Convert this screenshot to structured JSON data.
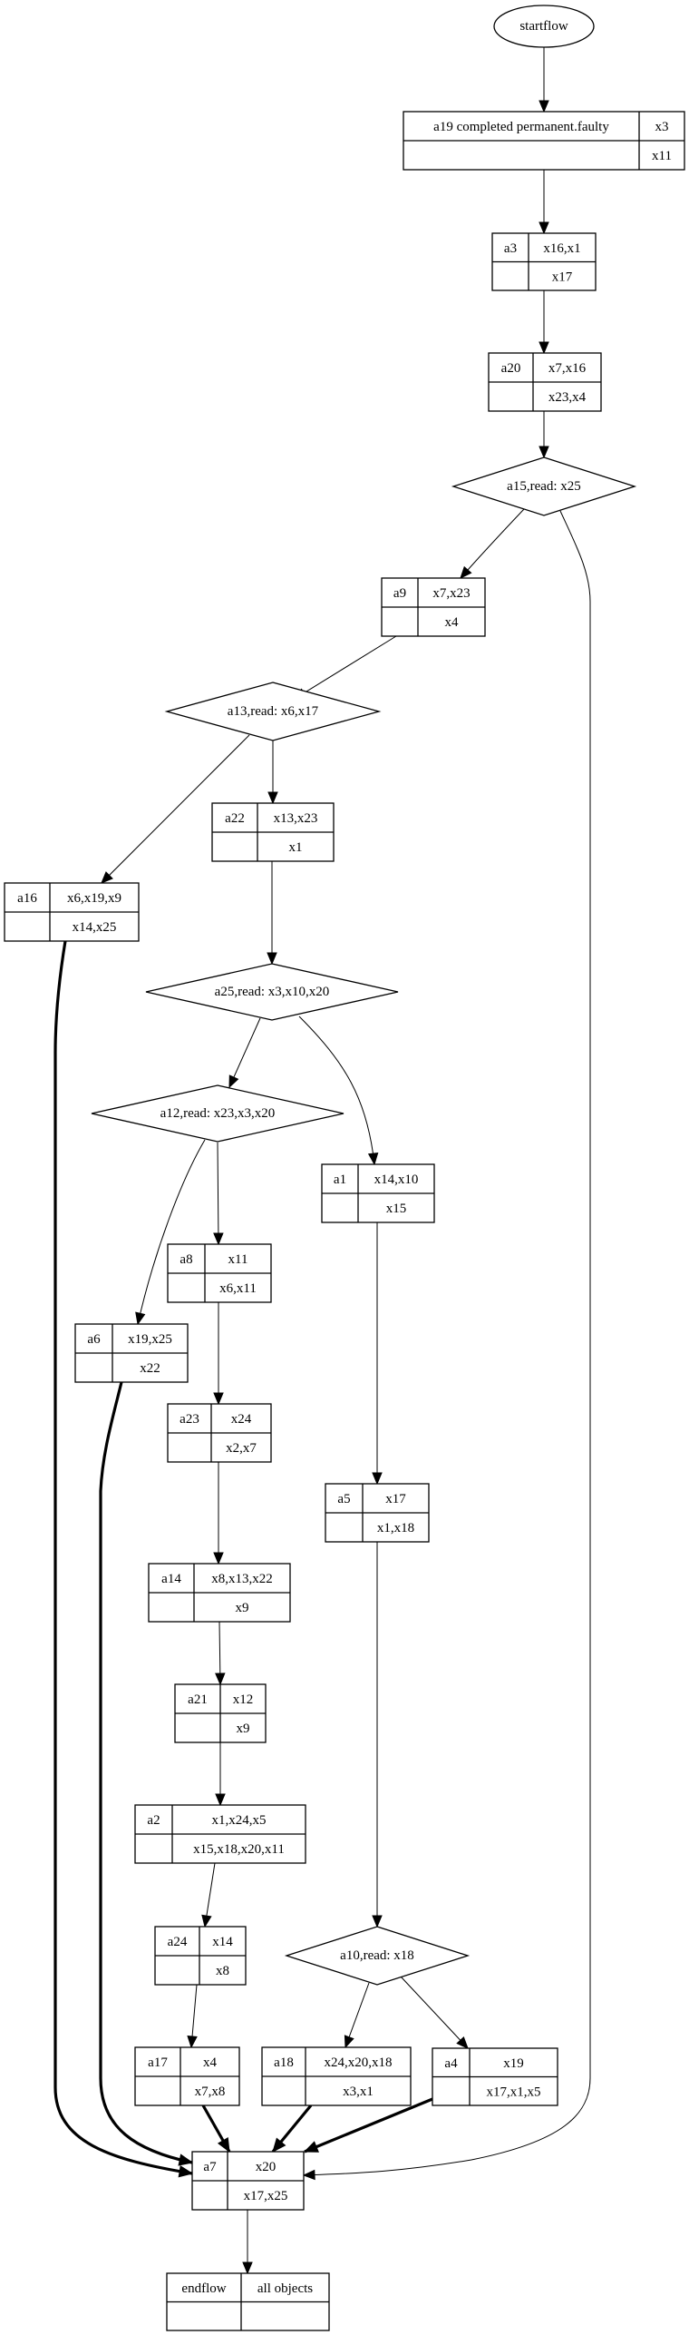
{
  "diagram": {
    "type": "workflow-graph",
    "nodes": {
      "startflow": {
        "kind": "ellipse",
        "label": "startflow"
      },
      "a19": {
        "kind": "record",
        "name": "a19 completed permanent.faulty",
        "top": "x3",
        "bottom": "x11"
      },
      "a3": {
        "kind": "record",
        "name": "a3",
        "top": "x16,x1",
        "bottom": "x17"
      },
      "a20": {
        "kind": "record",
        "name": "a20",
        "top": "x7,x16",
        "bottom": "x23,x4"
      },
      "a15": {
        "kind": "diamond",
        "label": "a15,read: x25"
      },
      "a9": {
        "kind": "record",
        "name": "a9",
        "top": "x7,x23",
        "bottom": "x4"
      },
      "a13": {
        "kind": "diamond",
        "label": "a13,read: x6,x17"
      },
      "a22": {
        "kind": "record",
        "name": "a22",
        "top": "x13,x23",
        "bottom": "x1"
      },
      "a16": {
        "kind": "record",
        "name": "a16",
        "top": "x6,x19,x9",
        "bottom": "x14,x25"
      },
      "a25": {
        "kind": "diamond",
        "label": "a25,read: x3,x10,x20"
      },
      "a12": {
        "kind": "diamond",
        "label": "a12,read: x23,x3,x20"
      },
      "a1": {
        "kind": "record",
        "name": "a1",
        "top": "x14,x10",
        "bottom": "x15"
      },
      "a8": {
        "kind": "record",
        "name": "a8",
        "top": "x11",
        "bottom": "x6,x11"
      },
      "a6": {
        "kind": "record",
        "name": "a6",
        "top": "x19,x25",
        "bottom": "x22"
      },
      "a23": {
        "kind": "record",
        "name": "a23",
        "top": "x24",
        "bottom": "x2,x7"
      },
      "a5": {
        "kind": "record",
        "name": "a5",
        "top": "x17",
        "bottom": "x1,x18"
      },
      "a14": {
        "kind": "record",
        "name": "a14",
        "top": "x8,x13,x22",
        "bottom": "x9"
      },
      "a21": {
        "kind": "record",
        "name": "a21",
        "top": "x12",
        "bottom": "x9"
      },
      "a2": {
        "kind": "record",
        "name": "a2",
        "top": "x1,x24,x5",
        "bottom": "x15,x18,x20,x11"
      },
      "a10": {
        "kind": "diamond",
        "label": "a10,read: x18"
      },
      "a24": {
        "kind": "record",
        "name": "a24",
        "top": "x14",
        "bottom": "x8"
      },
      "a17": {
        "kind": "record",
        "name": "a17",
        "top": "x4",
        "bottom": "x7,x8"
      },
      "a18": {
        "kind": "record",
        "name": "a18",
        "top": "x24,x20,x18",
        "bottom": "x3,x1"
      },
      "a4": {
        "kind": "record",
        "name": "a4",
        "top": "x19",
        "bottom": "x17,x1,x5"
      },
      "a7": {
        "kind": "record",
        "name": "a7",
        "top": "x20",
        "bottom": "x17,x25"
      },
      "endflow": {
        "kind": "record",
        "name": "endflow",
        "top": "all objects",
        "bottom": ""
      }
    },
    "edges": [
      {
        "from": "startflow",
        "to": "a19",
        "style": "normal"
      },
      {
        "from": "a19",
        "to": "a3",
        "style": "normal"
      },
      {
        "from": "a3",
        "to": "a20",
        "style": "normal"
      },
      {
        "from": "a20",
        "to": "a15",
        "style": "normal"
      },
      {
        "from": "a15",
        "to": "a9",
        "style": "normal"
      },
      {
        "from": "a15",
        "to": "a7",
        "style": "normal"
      },
      {
        "from": "a9",
        "to": "a13",
        "style": "normal"
      },
      {
        "from": "a13",
        "to": "a22",
        "style": "normal"
      },
      {
        "from": "a13",
        "to": "a16",
        "style": "normal"
      },
      {
        "from": "a22",
        "to": "a25",
        "style": "normal"
      },
      {
        "from": "a16",
        "to": "a7",
        "style": "bold"
      },
      {
        "from": "a25",
        "to": "a12",
        "style": "normal"
      },
      {
        "from": "a25",
        "to": "a1",
        "style": "normal"
      },
      {
        "from": "a12",
        "to": "a8",
        "style": "normal"
      },
      {
        "from": "a12",
        "to": "a6",
        "style": "normal"
      },
      {
        "from": "a6",
        "to": "a7",
        "style": "bold"
      },
      {
        "from": "a8",
        "to": "a23",
        "style": "normal"
      },
      {
        "from": "a23",
        "to": "a14",
        "style": "normal"
      },
      {
        "from": "a14",
        "to": "a21",
        "style": "normal"
      },
      {
        "from": "a21",
        "to": "a2",
        "style": "normal"
      },
      {
        "from": "a2",
        "to": "a24",
        "style": "normal"
      },
      {
        "from": "a24",
        "to": "a17",
        "style": "normal"
      },
      {
        "from": "a17",
        "to": "a7",
        "style": "bold"
      },
      {
        "from": "a1",
        "to": "a5",
        "style": "normal"
      },
      {
        "from": "a5",
        "to": "a10",
        "style": "normal"
      },
      {
        "from": "a10",
        "to": "a18",
        "style": "normal"
      },
      {
        "from": "a10",
        "to": "a4",
        "style": "normal"
      },
      {
        "from": "a18",
        "to": "a7",
        "style": "bold"
      },
      {
        "from": "a4",
        "to": "a7",
        "style": "bold"
      },
      {
        "from": "a7",
        "to": "endflow",
        "style": "normal"
      }
    ]
  }
}
